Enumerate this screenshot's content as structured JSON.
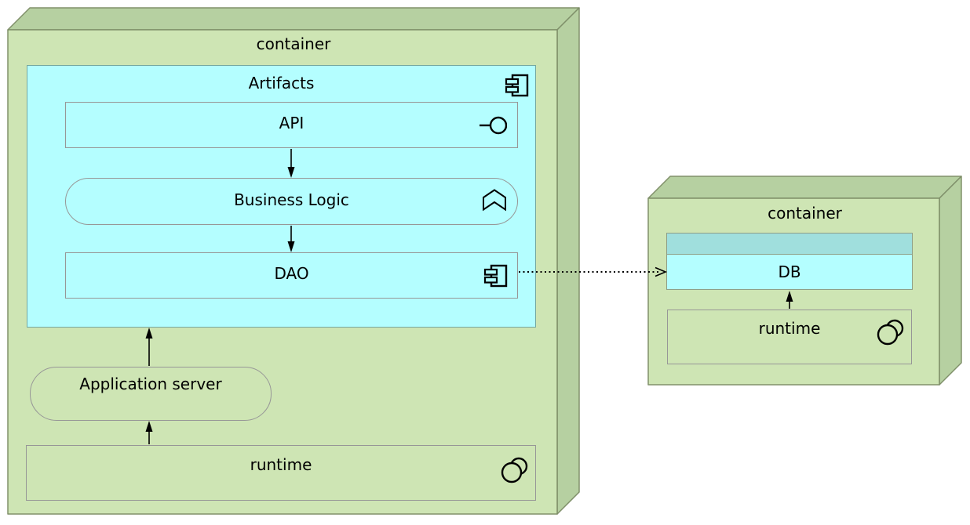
{
  "diagram_type": "uml-deployment-diagram",
  "colors": {
    "background": "#ffffff",
    "node_front_fill": "#cee5b4",
    "node_3d_face_fill": "#b6d0a1",
    "node_border": "#80906a",
    "artifact_fill": "#b4feff",
    "artifact_border": "#75a79f",
    "inner_border": "#979797",
    "db_header_band": "#a0dfdd",
    "line_color": "#000000"
  },
  "nodes": {
    "left_container": {
      "label": "container",
      "shape": "node-3d"
    },
    "artifacts": {
      "label": "Artifacts",
      "icon": "component-icon"
    },
    "api": {
      "label": "API",
      "icon": "interface-lollipop-icon"
    },
    "business_logic": {
      "label": "Business Logic",
      "icon": "chevron-marker-icon"
    },
    "dao": {
      "label": "DAO",
      "icon": "component-icon"
    },
    "application_server": {
      "label": "Application server",
      "shape": "rounded"
    },
    "runtime_left": {
      "label": "runtime",
      "icon": "double-circle-icon"
    },
    "right_container": {
      "label": "container",
      "shape": "node-3d"
    },
    "db": {
      "label": "DB",
      "header_band": true
    },
    "runtime_right": {
      "label": "runtime",
      "icon": "double-circle-icon"
    }
  },
  "edges": [
    {
      "source": "API",
      "target": "Business Logic",
      "style": "solid",
      "arrowhead": "filled",
      "direction": "down"
    },
    {
      "source": "Business Logic",
      "target": "DAO",
      "style": "solid",
      "arrowhead": "filled",
      "direction": "down"
    },
    {
      "source": "Application server",
      "target": "Artifacts",
      "style": "solid",
      "arrowhead": "filled",
      "direction": "up"
    },
    {
      "source": "runtime (left container)",
      "target": "Application server",
      "style": "solid",
      "arrowhead": "filled",
      "direction": "up"
    },
    {
      "source": "DAO",
      "target": "DB",
      "style": "dotted",
      "arrowhead": "open",
      "direction": "right"
    },
    {
      "source": "runtime (right container)",
      "target": "DB",
      "style": "solid",
      "arrowhead": "filled",
      "direction": "up"
    }
  ]
}
